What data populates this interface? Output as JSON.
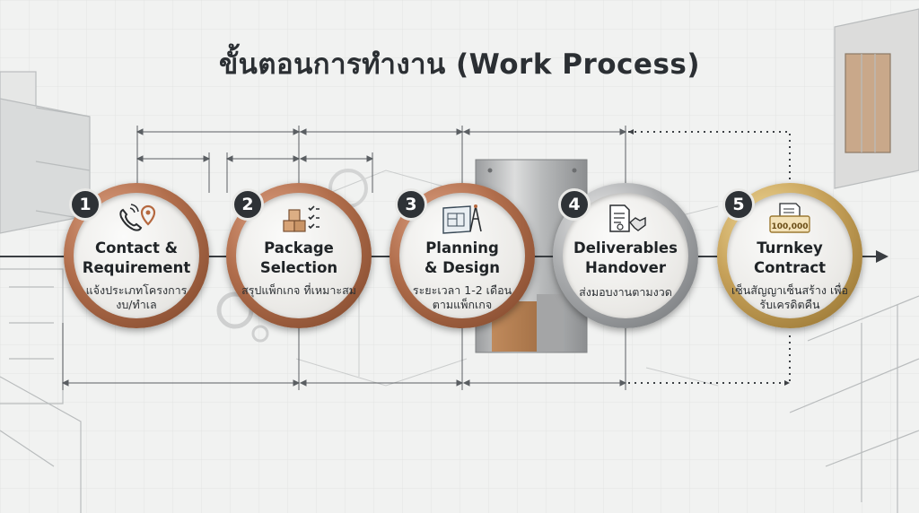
{
  "title": "ขั้นตอนการทำงาน (Work Process)",
  "steps": [
    {
      "number": "1",
      "name": "Contact &\nRequirement",
      "desc": "แจ้งประเภทโครงการ งบ/ทำเล",
      "icon": "phone-location-icon",
      "finish": "copper"
    },
    {
      "number": "2",
      "name": "Package\nSelection",
      "desc": "สรุปแพ็กเกจ ที่เหมาะสม",
      "icon": "boxes-checklist-icon",
      "finish": "copper"
    },
    {
      "number": "3",
      "name": "Planning\n& Design",
      "desc": "ระยะเวลา 1-2 เดือน ตามแพ็กเกจ",
      "icon": "blueprint-compass-icon",
      "finish": "copper"
    },
    {
      "number": "4",
      "name": "Deliverables\nHandover",
      "desc": "ส่งมอบงานตามงวด",
      "icon": "document-handshake-icon",
      "finish": "steel"
    },
    {
      "number": "5",
      "name": "Turnkey\nContract",
      "desc": "เซ็นสัญญาเซ็นสร้าง เพื่อรับเครดิตคืน",
      "icon": "contract-cheque-icon",
      "cheque_text": "100,000",
      "finish": "gold"
    }
  ],
  "colors": {
    "copper": "#b06d4b",
    "steel": "#a9abad",
    "gold": "#c7a25a",
    "badge": "#2e3236",
    "text": "#1f2326"
  }
}
